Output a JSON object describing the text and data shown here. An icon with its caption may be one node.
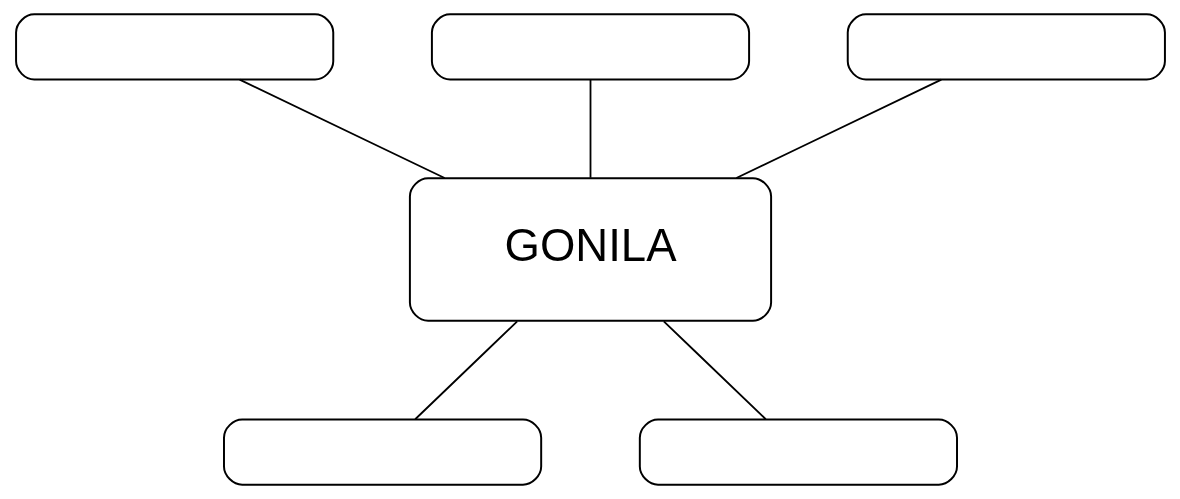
{
  "diagram": {
    "nodes": [
      {
        "text": [],
        "shape": "box"
      },
      {
        "text": [],
        "shape": "box"
      },
      {
        "text": [],
        "shape": "box"
      },
      {
        "text": [
          "GONILA"
        ]
      },
      {
        "text": [],
        "shape": "box"
      },
      {
        "text": [],
        "shape": "box"
      }
    ],
    "edges": [
      {
        "from": 2,
        "to": 3,
        "arrow": "none"
      },
      {
        "from": 0,
        "to": 3,
        "arrow": "none"
      },
      {
        "from": 1,
        "to": 3,
        "arrow": "none"
      },
      {
        "from": 3,
        "to": 4,
        "arrow": "none"
      },
      {
        "from": 3,
        "to": 5,
        "arrow": "none"
      }
    ]
  }
}
